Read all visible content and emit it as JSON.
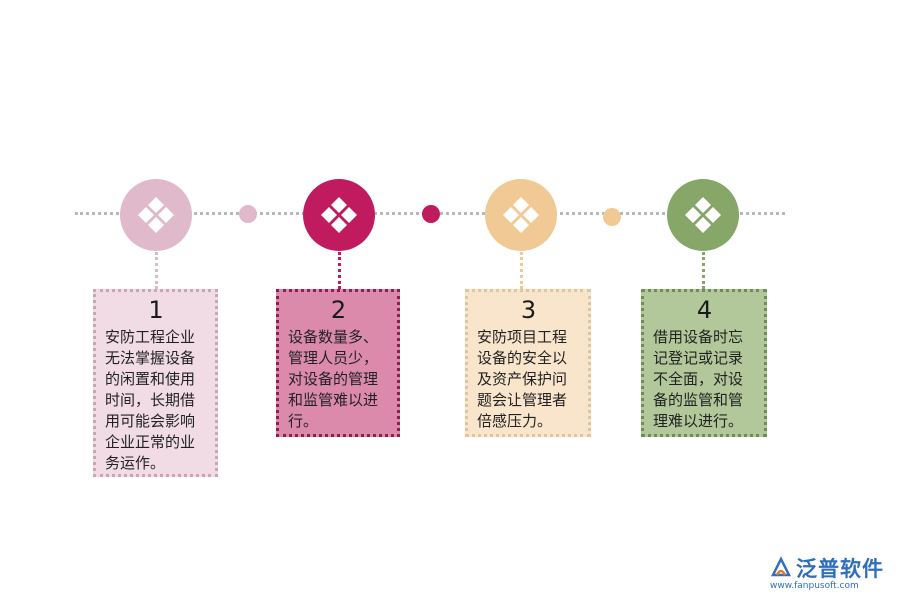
{
  "steps": [
    {
      "number": "1",
      "text": "安防工程企业无法掌握设备的闲置和使用时间，长期借用可能会影响企业正常的业务运作。",
      "circle_color": "#e0b9cb",
      "card_bg": "#f1dce6",
      "border_color": "#c9a5b6"
    },
    {
      "number": "2",
      "text": "设备数量多、管理人员少，对设备的管理和监管难以进行。",
      "circle_color": "#bf1b5e",
      "card_bg": "#dc8aac",
      "border_color": "#8e1e4e"
    },
    {
      "number": "3",
      "text": "安防项目工程设备的安全以及资产保护问题会让管理者倍感压力。",
      "circle_color": "#f0c995",
      "card_bg": "#f9e5cc",
      "border_color": "#e1c59c"
    },
    {
      "number": "4",
      "text": "借用设备时忘记登记或记录不全面，对设备的监管和管理难以进行。",
      "circle_color": "#86a767",
      "card_bg": "#b2c89b",
      "border_color": "#6e8c55"
    }
  ],
  "connector_dots": [
    "#e0b9cb",
    "#bf1b5e",
    "#f0c995"
  ],
  "logo": {
    "brand": "泛普软件",
    "url": "www.fanpusoft.com",
    "color": "#2f6fbe"
  }
}
